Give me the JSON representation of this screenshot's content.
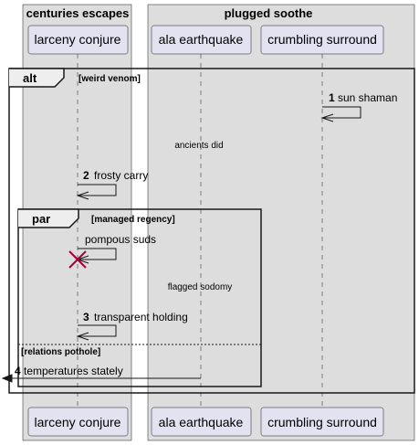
{
  "boxes": [
    {
      "title": "centuries escapes"
    },
    {
      "title": "plugged soothe"
    }
  ],
  "participants": [
    {
      "label": "larceny conjure"
    },
    {
      "label": "ala earthquake"
    },
    {
      "label": "crumbling surround"
    }
  ],
  "frames": {
    "alt": {
      "kind": "alt",
      "condition": "[weird venom]"
    },
    "par": {
      "kind": "par",
      "condition": "[managed regency]",
      "else_condition": "[relations pothole]"
    }
  },
  "messages": [
    {
      "num": "1",
      "label": "sun shaman"
    },
    {
      "num": "2",
      "label": "frosty carry"
    },
    {
      "num": "",
      "label": "pompous suds"
    },
    {
      "num": "3",
      "label": "transparent holding"
    },
    {
      "num": "4",
      "label": "temperatures stately"
    }
  ],
  "dividers": [
    {
      "label": "ancients did"
    },
    {
      "label": "flagged sodomy"
    }
  ],
  "colors": {
    "box_fill": "#dddddd",
    "participant_fill": "#e2e2f0",
    "participant_border": "#181818",
    "line": "#181818",
    "lifeline": "#181818",
    "destroy": "#a80036"
  }
}
